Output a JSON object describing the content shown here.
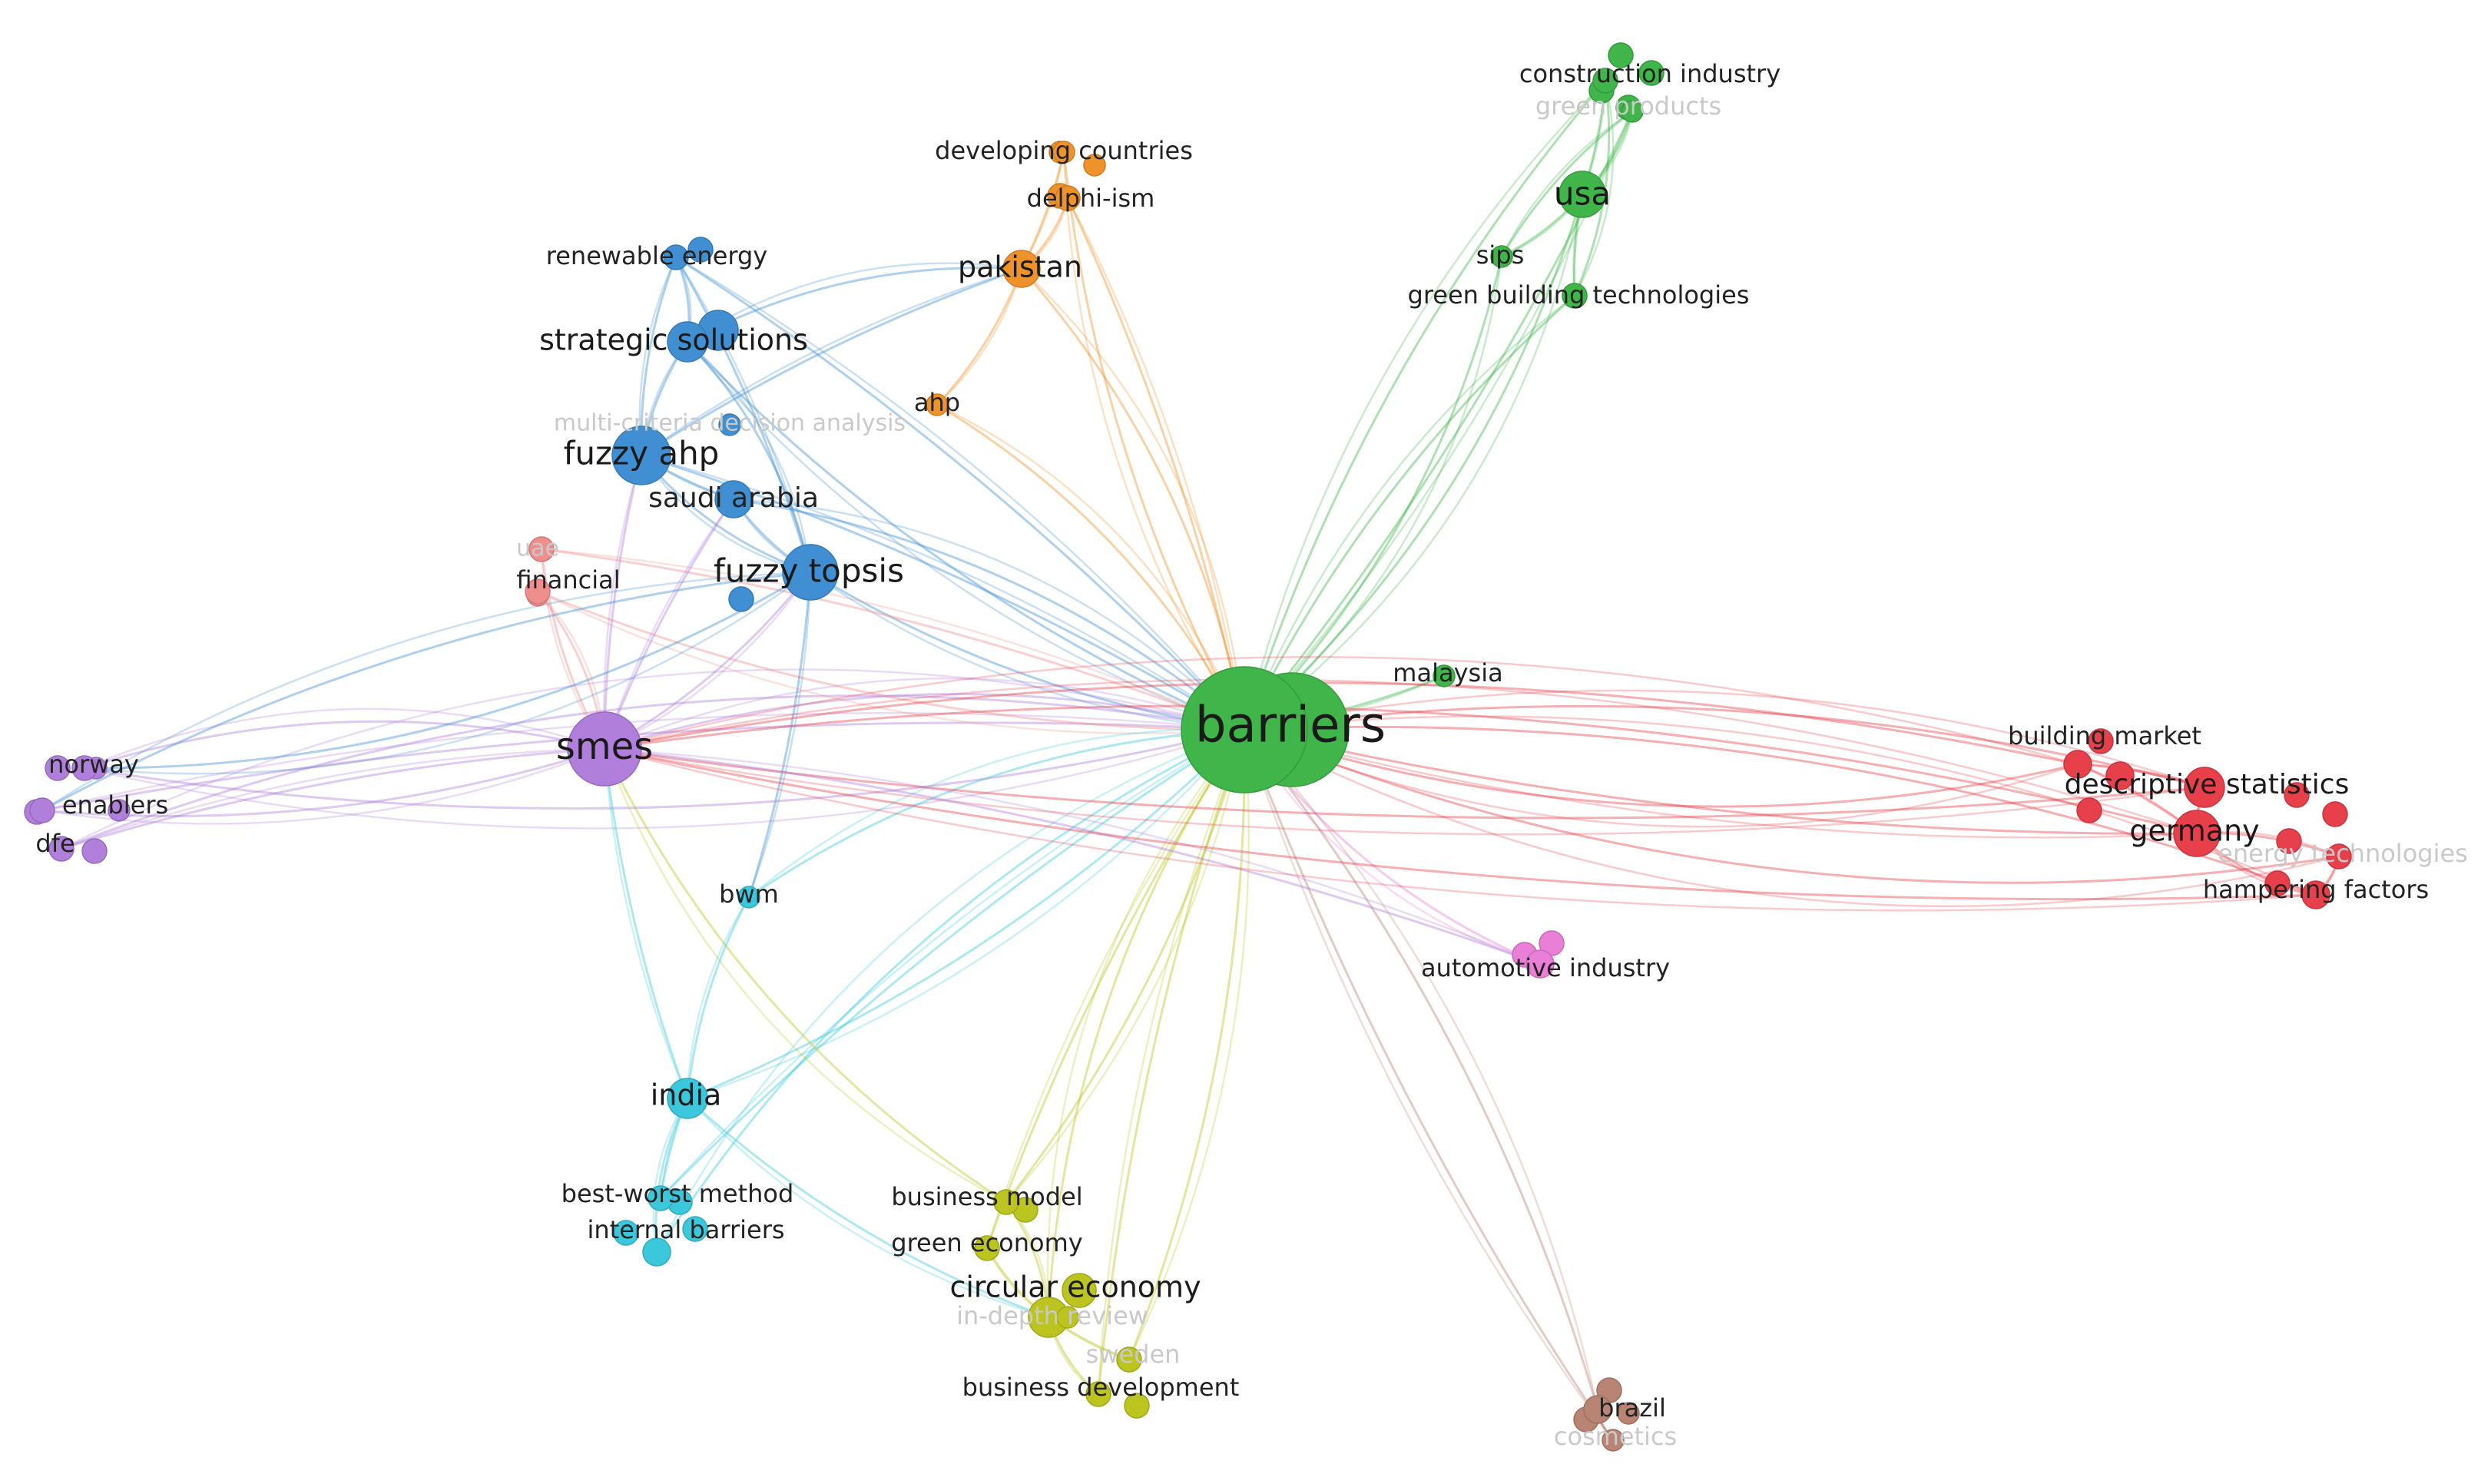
{
  "clusters": {
    "green": {
      "color": "#3fb54a"
    },
    "blue": {
      "color": "#3f8fd2"
    },
    "orange": {
      "color": "#f0922a"
    },
    "purple": {
      "color": "#b07fdb"
    },
    "red": {
      "color": "#e8404a"
    },
    "cyan": {
      "color": "#3cc8dc"
    },
    "yellow": {
      "color": "#bcc420"
    },
    "pink": {
      "color": "#e97fd6"
    },
    "brown": {
      "color": "#b98474"
    },
    "salmon": {
      "color": "#f08e8e"
    }
  },
  "nodes": [
    {
      "id": "barriers",
      "label": "barriers",
      "cluster": "green",
      "weight": 10,
      "label_style": "strong"
    },
    {
      "id": "construction-industry",
      "label": "construction industry",
      "cluster": "green",
      "weight": 2,
      "label_style": "normal"
    },
    {
      "id": "green-products",
      "label": "green products",
      "cluster": "green",
      "weight": 2,
      "label_style": "faded"
    },
    {
      "id": "usa",
      "label": "usa",
      "cluster": "green",
      "weight": 4,
      "label_style": "strong"
    },
    {
      "id": "sips",
      "label": "sips",
      "cluster": "green",
      "weight": 2,
      "label_style": "normal"
    },
    {
      "id": "green-building-technologies",
      "label": "green building technologies",
      "cluster": "green",
      "weight": 2,
      "label_style": "normal"
    },
    {
      "id": "malaysia",
      "label": "malaysia",
      "cluster": "green",
      "weight": 2,
      "label_style": "normal"
    },
    {
      "id": "renewable-energy",
      "label": "renewable energy",
      "cluster": "blue",
      "weight": 2,
      "label_style": "normal"
    },
    {
      "id": "strategic-solutions",
      "label": "strategic solutions",
      "cluster": "blue",
      "weight": 3,
      "label_style": "strong"
    },
    {
      "id": "multi-criteria-decision-analysis",
      "label": "multi-criteria decision analysis",
      "cluster": "blue",
      "weight": 2,
      "label_style": "faded"
    },
    {
      "id": "fuzzy-ahp",
      "label": "fuzzy ahp",
      "cluster": "blue",
      "weight": 4,
      "label_style": "strong"
    },
    {
      "id": "saudi-arabia",
      "label": "saudi arabia",
      "cluster": "blue",
      "weight": 3,
      "label_style": "normal"
    },
    {
      "id": "fuzzy-topsis",
      "label": "fuzzy topsis",
      "cluster": "blue",
      "weight": 4,
      "label_style": "strong"
    },
    {
      "id": "developing-countries",
      "label": "developing countries",
      "cluster": "orange",
      "weight": 2,
      "label_style": "normal"
    },
    {
      "id": "delphi-ism",
      "label": "delphi-ism",
      "cluster": "orange",
      "weight": 2,
      "label_style": "normal"
    },
    {
      "id": "pakistan",
      "label": "pakistan",
      "cluster": "orange",
      "weight": 3,
      "label_style": "strong"
    },
    {
      "id": "ahp",
      "label": "ahp",
      "cluster": "orange",
      "weight": 2,
      "label_style": "normal"
    },
    {
      "id": "uae",
      "label": "uae",
      "cluster": "salmon",
      "weight": 2,
      "label_style": "faded"
    },
    {
      "id": "financial",
      "label": "financial",
      "cluster": "salmon",
      "weight": 2,
      "label_style": "normal"
    },
    {
      "id": "smes",
      "label": "smes",
      "cluster": "purple",
      "weight": 6,
      "label_style": "strong"
    },
    {
      "id": "norway",
      "label": "norway",
      "cluster": "purple",
      "weight": 2,
      "label_style": "normal"
    },
    {
      "id": "enablers",
      "label": "enablers",
      "cluster": "purple",
      "weight": 2,
      "label_style": "normal"
    },
    {
      "id": "dfe",
      "label": "dfe",
      "cluster": "purple",
      "weight": 2,
      "label_style": "normal"
    },
    {
      "id": "bwm",
      "label": "bwm",
      "cluster": "cyan",
      "weight": 2,
      "label_style": "normal"
    },
    {
      "id": "india",
      "label": "india",
      "cluster": "cyan",
      "weight": 3,
      "label_style": "strong"
    },
    {
      "id": "best-worst-method",
      "label": "best-worst method",
      "cluster": "cyan",
      "weight": 2,
      "label_style": "normal"
    },
    {
      "id": "internal-barriers",
      "label": "internal barriers",
      "cluster": "cyan",
      "weight": 2,
      "label_style": "normal"
    },
    {
      "id": "business-model",
      "label": "business model",
      "cluster": "yellow",
      "weight": 2,
      "label_style": "normal"
    },
    {
      "id": "green-economy",
      "label": "green economy",
      "cluster": "yellow",
      "weight": 2,
      "label_style": "normal"
    },
    {
      "id": "circular-economy",
      "label": "circular economy",
      "cluster": "yellow",
      "weight": 4,
      "label_style": "strong"
    },
    {
      "id": "in-depth-review",
      "label": "in-depth review",
      "cluster": "yellow",
      "weight": 2,
      "label_style": "faded"
    },
    {
      "id": "sweden",
      "label": "sweden",
      "cluster": "yellow",
      "weight": 2,
      "label_style": "faded"
    },
    {
      "id": "business-development",
      "label": "business development",
      "cluster": "yellow",
      "weight": 2,
      "label_style": "normal"
    },
    {
      "id": "automotive-industry",
      "label": "automotive industry",
      "cluster": "pink",
      "weight": 2,
      "label_style": "normal"
    },
    {
      "id": "brazil",
      "label": "brazil",
      "cluster": "brown",
      "weight": 2,
      "label_style": "normal"
    },
    {
      "id": "cosmetics",
      "label": "cosmetics",
      "cluster": "brown",
      "weight": 2,
      "label_style": "faded"
    },
    {
      "id": "building-market",
      "label": "building market",
      "cluster": "red",
      "weight": 2,
      "label_style": "normal"
    },
    {
      "id": "descriptive-statistics",
      "label": "descriptive statistics",
      "cluster": "red",
      "weight": 3,
      "label_style": "strong"
    },
    {
      "id": "germany",
      "label": "germany",
      "cluster": "red",
      "weight": 3,
      "label_style": "strong"
    },
    {
      "id": "energy-technologies",
      "label": "energy technologies",
      "cluster": "red",
      "weight": 2,
      "label_style": "faded"
    },
    {
      "id": "hampering-factors",
      "label": "hampering factors",
      "cluster": "red",
      "weight": 2,
      "label_style": "normal"
    }
  ],
  "links": [
    [
      "barriers",
      "usa"
    ],
    [
      "barriers",
      "construction-industry"
    ],
    [
      "barriers",
      "green-products"
    ],
    [
      "barriers",
      "sips"
    ],
    [
      "barriers",
      "green-building-technologies"
    ],
    [
      "barriers",
      "malaysia"
    ],
    [
      "barriers",
      "pakistan"
    ],
    [
      "barriers",
      "developing-countries"
    ],
    [
      "barriers",
      "delphi-ism"
    ],
    [
      "barriers",
      "ahp"
    ],
    [
      "barriers",
      "strategic-solutions"
    ],
    [
      "barriers",
      "fuzzy-ahp"
    ],
    [
      "barriers",
      "saudi-arabia"
    ],
    [
      "barriers",
      "fuzzy-topsis"
    ],
    [
      "barriers",
      "renewable-energy"
    ],
    [
      "barriers",
      "smes"
    ],
    [
      "barriers",
      "norway"
    ],
    [
      "barriers",
      "enablers"
    ],
    [
      "barriers",
      "dfe"
    ],
    [
      "barriers",
      "financial"
    ],
    [
      "barriers",
      "uae"
    ],
    [
      "barriers",
      "bwm"
    ],
    [
      "barriers",
      "india"
    ],
    [
      "barriers",
      "best-worst-method"
    ],
    [
      "barriers",
      "internal-barriers"
    ],
    [
      "barriers",
      "business-model"
    ],
    [
      "barriers",
      "green-economy"
    ],
    [
      "barriers",
      "circular-economy"
    ],
    [
      "barriers",
      "sweden"
    ],
    [
      "barriers",
      "business-development"
    ],
    [
      "barriers",
      "automotive-industry"
    ],
    [
      "barriers",
      "brazil"
    ],
    [
      "barriers",
      "cosmetics"
    ],
    [
      "barriers",
      "building-market"
    ],
    [
      "barriers",
      "descriptive-statistics"
    ],
    [
      "barriers",
      "germany"
    ],
    [
      "barriers",
      "energy-technologies"
    ],
    [
      "barriers",
      "hampering-factors"
    ],
    [
      "usa",
      "construction-industry"
    ],
    [
      "usa",
      "green-products"
    ],
    [
      "usa",
      "sips"
    ],
    [
      "usa",
      "green-building-technologies"
    ],
    [
      "green-building-technologies",
      "construction-industry"
    ],
    [
      "sips",
      "green-products"
    ],
    [
      "pakistan",
      "developing-countries"
    ],
    [
      "pakistan",
      "delphi-ism"
    ],
    [
      "pakistan",
      "ahp"
    ],
    [
      "pakistan",
      "fuzzy-ahp"
    ],
    [
      "pakistan",
      "strategic-solutions"
    ],
    [
      "fuzzy-ahp",
      "strategic-solutions"
    ],
    [
      "fuzzy-ahp",
      "saudi-arabia"
    ],
    [
      "fuzzy-ahp",
      "fuzzy-topsis"
    ],
    [
      "fuzzy-ahp",
      "renewable-energy"
    ],
    [
      "fuzzy-ahp",
      "smes"
    ],
    [
      "fuzzy-topsis",
      "strategic-solutions"
    ],
    [
      "fuzzy-topsis",
      "saudi-arabia"
    ],
    [
      "fuzzy-topsis",
      "renewable-energy"
    ],
    [
      "strategic-solutions",
      "renewable-energy"
    ],
    [
      "fuzzy-topsis",
      "smes"
    ],
    [
      "saudi-arabia",
      "smes"
    ],
    [
      "smes",
      "norway"
    ],
    [
      "smes",
      "enablers"
    ],
    [
      "smes",
      "dfe"
    ],
    [
      "smes",
      "financial"
    ],
    [
      "smes",
      "uae"
    ],
    [
      "smes",
      "india"
    ],
    [
      "smes",
      "business-model"
    ],
    [
      "smes",
      "germany"
    ],
    [
      "smes",
      "descriptive-statistics"
    ],
    [
      "norway",
      "fuzzy-topsis"
    ],
    [
      "enablers",
      "fuzzy-topsis"
    ],
    [
      "india",
      "best-worst-method"
    ],
    [
      "india",
      "internal-barriers"
    ],
    [
      "india",
      "bwm"
    ],
    [
      "bwm",
      "fuzzy-topsis"
    ],
    [
      "circular-economy",
      "business-model"
    ],
    [
      "circular-economy",
      "green-economy"
    ],
    [
      "circular-economy",
      "sweden"
    ],
    [
      "circular-economy",
      "business-development"
    ],
    [
      "circular-economy",
      "india"
    ],
    [
      "automotive-industry",
      "smes"
    ],
    [
      "brazil",
      "cosmetics"
    ],
    [
      "germany",
      "descriptive-statistics"
    ],
    [
      "germany",
      "building-market"
    ],
    [
      "germany",
      "hampering-factors"
    ],
    [
      "germany",
      "energy-technologies"
    ],
    [
      "descriptive-statistics",
      "building-market"
    ],
    [
      "hampering-factors",
      "energy-technologies"
    ],
    [
      "smes",
      "building-market"
    ],
    [
      "smes",
      "hampering-factors"
    ]
  ]
}
